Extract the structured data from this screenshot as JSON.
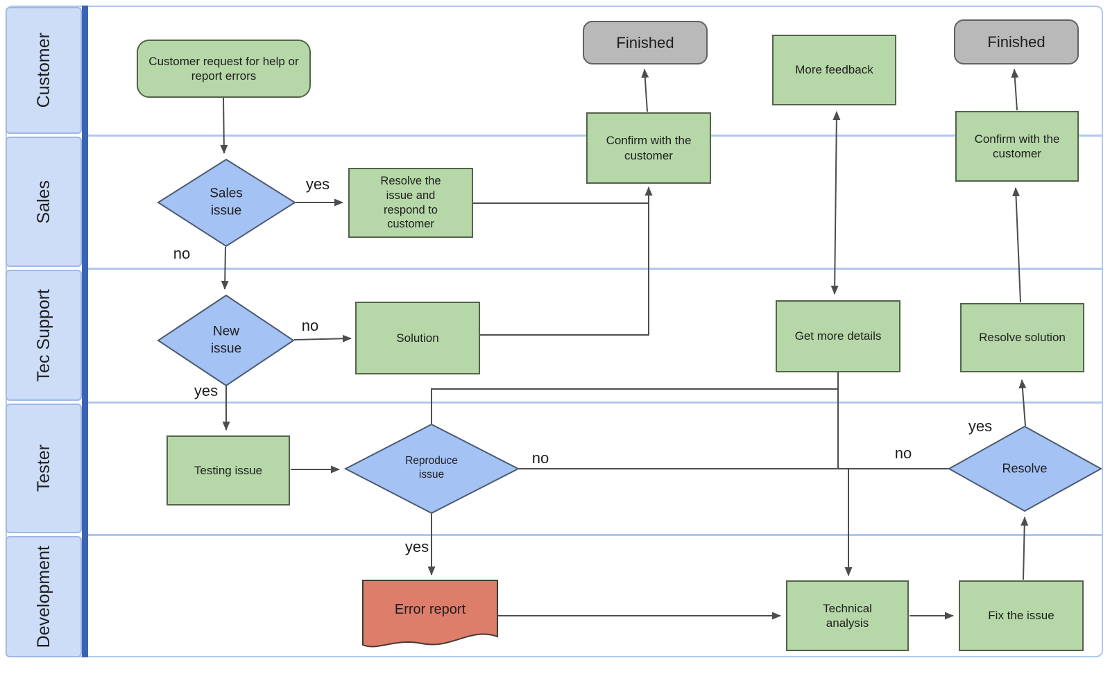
{
  "lanes": [
    {
      "label": "Customer"
    },
    {
      "label": "Sales"
    },
    {
      "label": "Tec Support"
    },
    {
      "label": "Tester"
    },
    {
      "label": "Development"
    }
  ],
  "nodes": {
    "customer_request": {
      "label": "Customer request for help or report errors",
      "type": "rounded-process"
    },
    "finished_top": {
      "label": "Finished",
      "type": "terminator"
    },
    "more_feedback": {
      "label": "More feedback",
      "type": "process"
    },
    "finished_right": {
      "label": "Finished",
      "type": "terminator"
    },
    "confirm_customer_mid": {
      "label": "Confirm with the customer",
      "type": "process"
    },
    "confirm_customer_right": {
      "label": "Confirm with the customer",
      "type": "process"
    },
    "sales_issue": {
      "label": "Sales issue",
      "type": "decision"
    },
    "resolve_issue_respond": {
      "label": "Resolve the issue and respond to customer",
      "type": "process"
    },
    "new_issue": {
      "label": "New issue",
      "type": "decision"
    },
    "solution": {
      "label": "Solution",
      "type": "process"
    },
    "get_more_details": {
      "label": "Get more details",
      "type": "process"
    },
    "resolve_solution": {
      "label": "Resolve solution",
      "type": "process"
    },
    "testing_issue": {
      "label": "Testing issue",
      "type": "process"
    },
    "reproduce_issue": {
      "label": "Reproduce issue",
      "type": "decision"
    },
    "resolve": {
      "label": "Resolve",
      "type": "decision"
    },
    "error_report": {
      "label": "Error report",
      "type": "document"
    },
    "technical_analysis": {
      "label": "Technical analysis",
      "type": "process"
    },
    "fix_the_issue": {
      "label": "Fix the issue",
      "type": "process"
    }
  },
  "edge_labels": {
    "sales_yes": "yes",
    "sales_no": "no",
    "new_no": "no",
    "new_yes": "yes",
    "reproduce_no": "no",
    "reproduce_yes": "yes",
    "resolve_no": "no",
    "resolve_yes": "yes"
  },
  "colors": {
    "green_fill": "#b6d7a8",
    "green_border": "#536349",
    "blue_fill": "#a4c2f4",
    "blue_border": "#4c5a70",
    "gray_fill": "#b9b9b9",
    "gray_border": "#616161",
    "red_fill": "#dd7e6b",
    "red_border": "#443a35",
    "lane_fill": "#cddcf7",
    "lane_cell_border": "#9db8e8",
    "lane_bar": "#3b63b4",
    "lane_line": "#aec8f0",
    "connector": "#4d4d4d",
    "text": "#1e1e1e"
  }
}
